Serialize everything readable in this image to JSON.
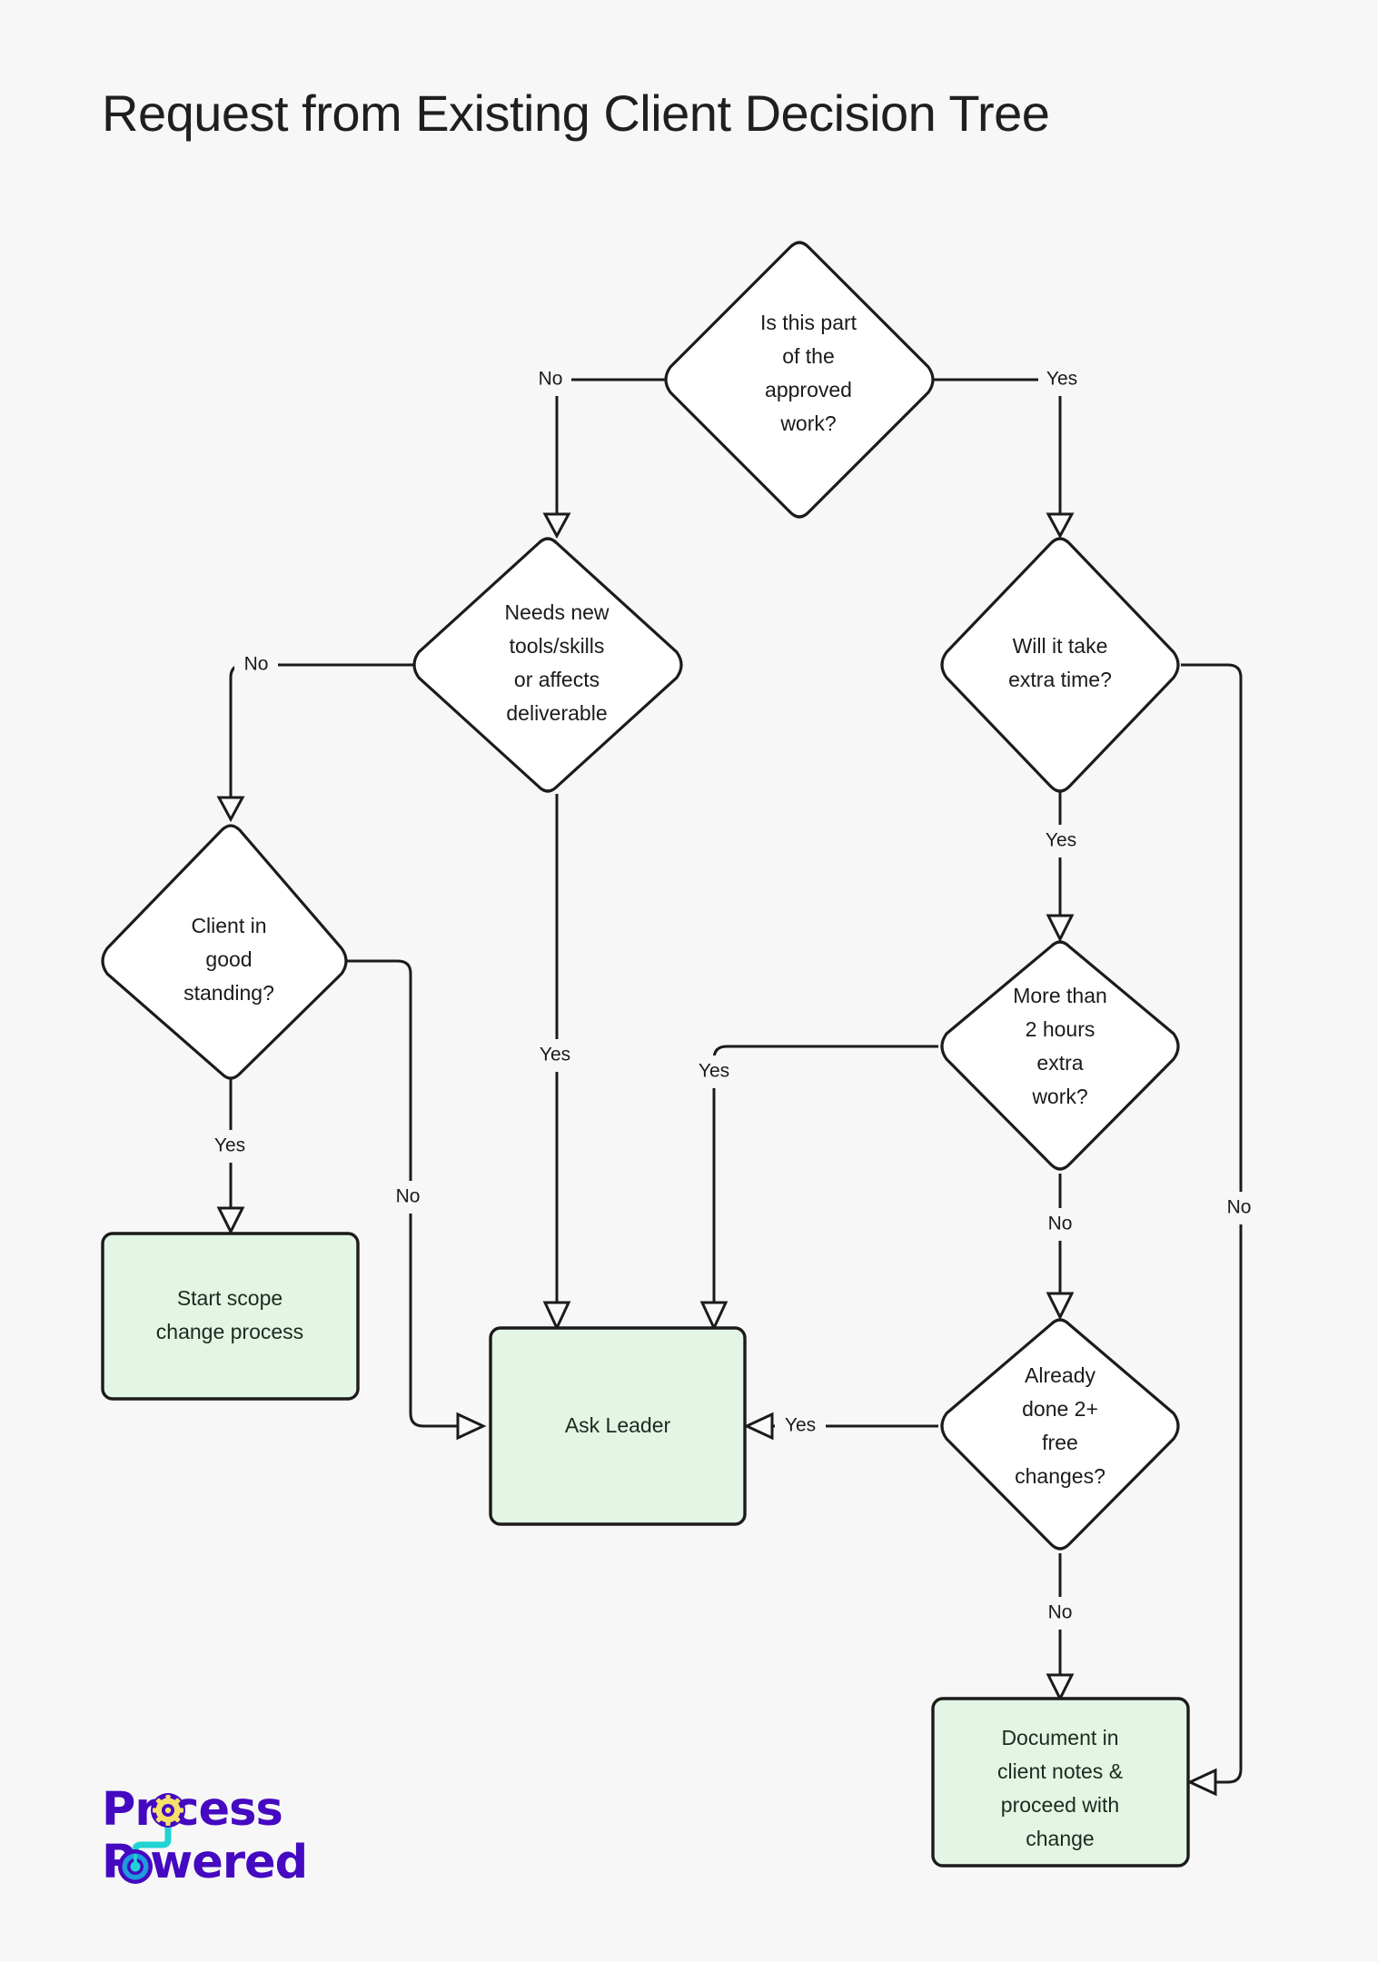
{
  "page": {
    "title": "Request from Existing Client Decision Tree",
    "background_color": "#f7f7f7",
    "text_color": "#1b1b1b"
  },
  "colors": {
    "node_fill": "#ffffff",
    "terminal_fill": "#e3f5e4",
    "stroke": "#1b1b1b",
    "logo_purple": "#4409c0",
    "logo_cyan": "#22d3d3",
    "logo_blue": "#1e9bdd",
    "logo_gear_yellow": "#f7e06a"
  },
  "chart_data": {
    "type": "diagram",
    "subtype": "flowchart-decision-tree",
    "title": "Request from Existing Client Decision Tree",
    "nodes": [
      {
        "id": "n1",
        "shape": "diamond",
        "label": "Is this part of the approved work?",
        "lines": [
          "Is this part",
          "of the",
          "approved",
          "work?"
        ]
      },
      {
        "id": "n2",
        "shape": "diamond",
        "label": "Needs new tools/skills or affects deliverable",
        "lines": [
          "Needs new",
          "tools/skills",
          "or affects",
          "deliverable"
        ]
      },
      {
        "id": "n3",
        "shape": "diamond",
        "label": "Client in good standing?",
        "lines": [
          "Client in",
          "good",
          "standing?"
        ]
      },
      {
        "id": "n4",
        "shape": "rounded",
        "label": "Start scope change process",
        "lines": [
          "Start scope",
          "change process"
        ],
        "style": "terminal-green"
      },
      {
        "id": "n5",
        "shape": "rounded",
        "label": "Ask Leader",
        "lines": [
          "Ask Leader"
        ],
        "style": "terminal-green"
      },
      {
        "id": "n6",
        "shape": "diamond",
        "label": "Will it take extra time?",
        "lines": [
          "Will it take",
          "extra time?"
        ]
      },
      {
        "id": "n7",
        "shape": "diamond",
        "label": "More than 2 hours extra work?",
        "lines": [
          "More than",
          "2 hours",
          "extra",
          "work?"
        ]
      },
      {
        "id": "n8",
        "shape": "diamond",
        "label": "Already done 2+ free changes?",
        "lines": [
          "Already",
          "done 2+",
          "free",
          "changes?"
        ]
      },
      {
        "id": "n9",
        "shape": "rounded",
        "label": "Document in client notes & proceed with change",
        "lines": [
          "Document in",
          "client notes &",
          "proceed with",
          "change"
        ],
        "style": "terminal-green"
      }
    ],
    "edges": [
      {
        "from": "n1",
        "to": "n2",
        "label": "No"
      },
      {
        "from": "n1",
        "to": "n6",
        "label": "Yes"
      },
      {
        "from": "n2",
        "to": "n3",
        "label": "No"
      },
      {
        "from": "n2",
        "to": "n5",
        "label": "Yes"
      },
      {
        "from": "n3",
        "to": "n4",
        "label": "Yes"
      },
      {
        "from": "n3",
        "to": "n5",
        "label": "No"
      },
      {
        "from": "n6",
        "to": "n7",
        "label": "Yes"
      },
      {
        "from": "n6",
        "to": "n9",
        "label": "No"
      },
      {
        "from": "n7",
        "to": "n5",
        "label": "Yes"
      },
      {
        "from": "n7",
        "to": "n8",
        "label": "No"
      },
      {
        "from": "n8",
        "to": "n5",
        "label": "Yes"
      },
      {
        "from": "n8",
        "to": "n9",
        "label": "No"
      }
    ],
    "edge_labels": [
      "No",
      "Yes",
      "No",
      "Yes",
      "Yes",
      "No",
      "Yes",
      "No",
      "Yes",
      "No",
      "Yes",
      "No"
    ]
  },
  "logo": {
    "line1": "Pr cess",
    "line2": "P wered",
    "gear_icon": "gear-icon",
    "power_icon": "power-button-icon",
    "alt": "Process Powered"
  }
}
